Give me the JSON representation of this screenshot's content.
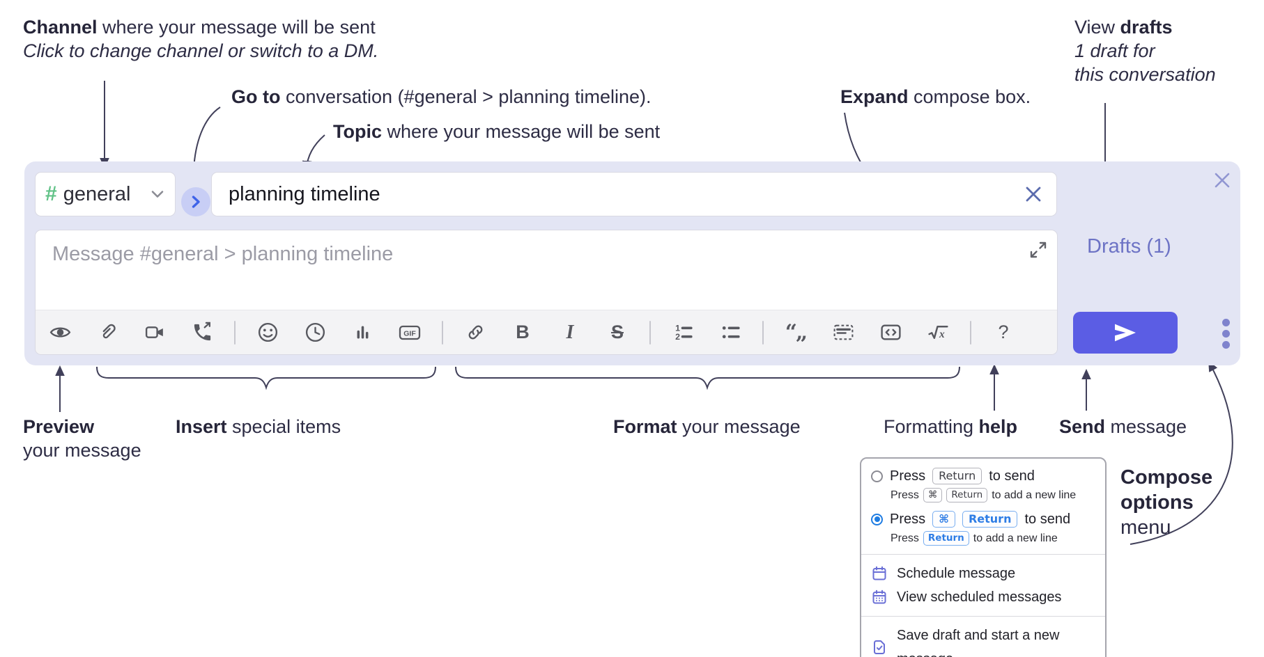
{
  "annotations": {
    "channel_line1_bold": "Channel",
    "channel_line1_rest": " where your message will be sent",
    "channel_line2": "Click to change channel or switch to a DM.",
    "goto_bold": "Go to",
    "goto_rest": " conversation (#general > planning timeline).",
    "topic_bold": "Topic",
    "topic_rest": " where your message will be sent",
    "expand_bold": "Expand",
    "expand_rest": " compose box.",
    "drafts_line1_pre": "View ",
    "drafts_line1_bold": "drafts",
    "drafts_line2": "1 draft for",
    "drafts_line3": "this conversation",
    "preview_bold": "Preview",
    "preview_line2": "your message",
    "insert_bold": "Insert",
    "insert_rest": " special items",
    "format_bold": "Format",
    "format_rest": " your message",
    "help_pre": "Formatting ",
    "help_bold": "help",
    "send_bold": "Send",
    "send_rest": " message",
    "compose_options_line1": "Compose",
    "compose_options_line2": "options",
    "compose_options_line3": "menu"
  },
  "compose": {
    "channel_hash": "#",
    "channel_name": "general",
    "topic_value": "planning timeline",
    "message_placeholder": "Message #general > planning timeline",
    "drafts_link": "Drafts (1)",
    "toolbar": {
      "gif_label": "GIF",
      "bold_label": "B",
      "italic_label": "I",
      "strike_label": "S",
      "quote_glyph": "“„",
      "ol_num1": "1",
      "ol_num2": "2",
      "math_x": "x",
      "help_label": "?"
    }
  },
  "options_menu": {
    "option1_pre": "Press",
    "option1_key": "Return",
    "option1_post": "to send",
    "option1_sub_pre": "Press",
    "option1_sub_key1": "⌘",
    "option1_sub_key2": "Return",
    "option1_sub_post": "to add a new line",
    "option2_pre": "Press",
    "option2_key1": "⌘",
    "option2_key2": "Return",
    "option2_post": "to send",
    "option2_sub_pre": "Press",
    "option2_sub_key": "Return",
    "option2_sub_post": "to add a new line",
    "item_schedule": "Schedule message",
    "item_view_scheduled": "View scheduled messages",
    "item_save_draft": "Save draft and start a new message"
  },
  "colors": {
    "accent_send": "#5b5de4",
    "lavender_container": "#e3e5f4",
    "drafts_link": "#6d73c5",
    "hash_green": "#61c287",
    "goto_blue": "#3f63e8",
    "radio_selected": "#1e7ce2",
    "menu_icon_purple": "#6a6fd6",
    "annotation_ink": "#2d2c44"
  }
}
